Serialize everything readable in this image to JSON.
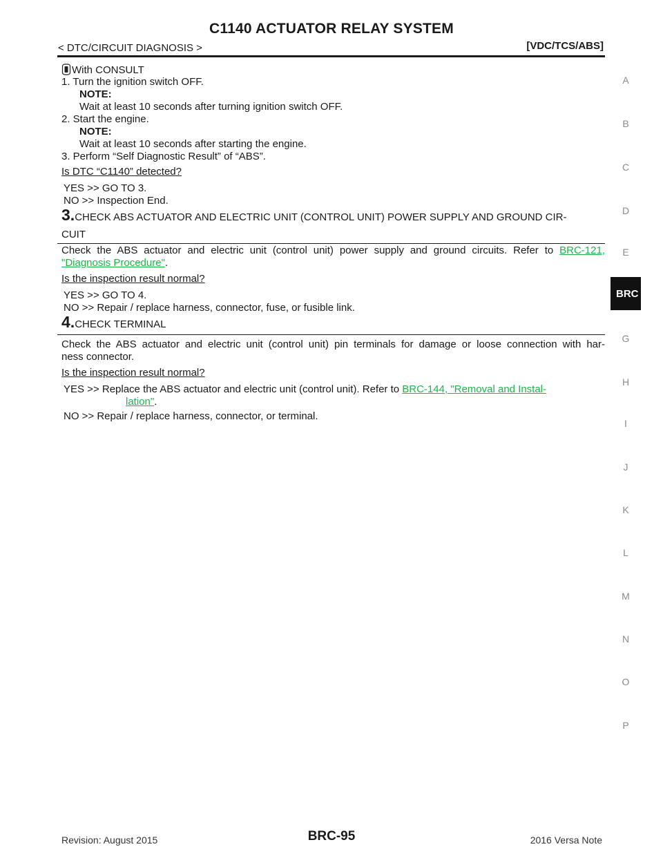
{
  "header": {
    "title": "C1140 ACTUATOR RELAY SYSTEM",
    "section": "< DTC/CIRCUIT DIAGNOSIS >",
    "system": "[VDC/TCS/ABS]"
  },
  "sidebar": {
    "letters": [
      "A",
      "B",
      "C",
      "D",
      "E",
      "G",
      "H",
      "I",
      "J",
      "K",
      "L",
      "M",
      "N",
      "O",
      "P"
    ],
    "active_tab": "BRC"
  },
  "body": {
    "consult_label": "With CONSULT",
    "step1": "1.  Turn the ignition switch OFF.",
    "note_label": "NOTE:",
    "note1": "Wait at least 10 seconds after turning ignition switch OFF.",
    "step2": "2.  Start the engine.",
    "note2": "Wait at least 10 seconds after starting the engine.",
    "step3": "3.  Perform “Self Diagnostic Result” of “ABS”.",
    "question1": "Is DTC “C1140” detected?",
    "yes1": "YES    >> GO TO 3.",
    "no1": "NO      >> Inspection End.",
    "heading3_num": "3.",
    "heading3_line1": "CHECK ABS ACTUATOR AND ELECTRIC UNIT (CONTROL UNIT) POWER SUPPLY AND GROUND CIR-",
    "heading3_line2": "CUIT",
    "para3_line1": "Check the ABS actuator and electric unit (control unit) power supply and ground circuits. Refer to",
    "para3_link1": "BRC-121,",
    "para3_link2": "\"Diagnosis Procedure\"",
    "period": ".",
    "question2": "Is the inspection result normal?",
    "yes2": "YES    >> GO TO 4.",
    "no2": "NO      >> Repair / replace harness, connector, fuse, or fusible link.",
    "heading4_num": "4.",
    "heading4_text": "CHECK TERMINAL",
    "para4_line1": "Check the ABS actuator and electric unit (control unit) pin terminals for damage or loose connection with har-",
    "para4_line2": "ness connector.",
    "question3": "Is the inspection result normal?",
    "yes3_text": "YES    >> Replace the ABS actuator and electric unit (control unit). Refer to",
    "yes3_link1": "BRC-144, \"Removal and Instal-",
    "yes3_link2": "lation\"",
    "no3": "NO      >> Repair / replace harness, connector, or terminal."
  },
  "footer": {
    "revision": "Revision: August 2015",
    "page": "BRC-95",
    "model": "2016 Versa Note"
  },
  "colors": {
    "link": "#1fb44a",
    "sidebar_letter": "#8a8a8a",
    "tab_bg": "#111111"
  }
}
